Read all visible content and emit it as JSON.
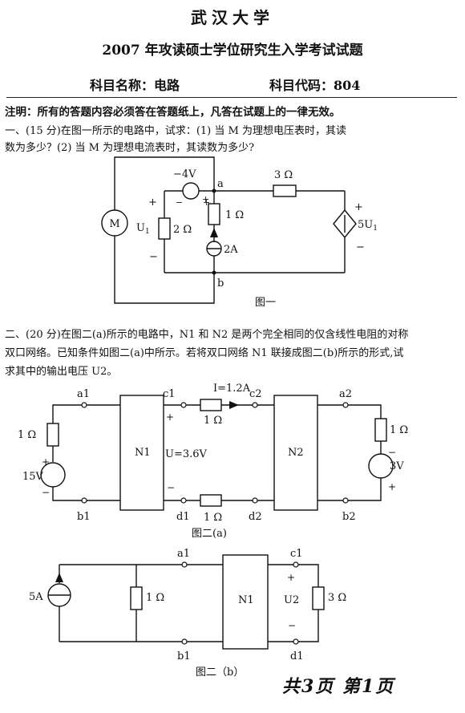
{
  "header": {
    "university": "武汉大学",
    "exam_title": "2007 年攻读硕士学位研究生入学考试试题",
    "subject_name": "科目名称：电路",
    "subject_code": "科目代码：804"
  },
  "notice": "注明：所有的答题内容必须答在答题纸上，凡答在试题上的一律无效。",
  "q1": {
    "line1": "一、(15 分)在图一所示的电路中，试求：(1) 当 M 为理想电压表时，其读",
    "line2": "数为多少？(2) 当 M 为理想电流表时，其读数为多少?",
    "fig": {
      "meter": "M",
      "u1": "U",
      "u1_sub": "1",
      "plus": "+",
      "minus": "−",
      "v_source": "−4V",
      "node_a": "a",
      "node_b": "b",
      "r2": "2 Ω",
      "r1": "1 Ω",
      "r3": "3 Ω",
      "i_source": "2A",
      "dep_source": "5U",
      "dep_sub": "1",
      "caption": "图一"
    }
  },
  "q2": {
    "line1": "二、(20 分)在图二(a)所示的电路中，N1 和 N2 是两个完全相同的仅含线性电阻的对称",
    "line2": "双口网络。已知条件如图二(a)中所示。若将双口网络 N1 联接成图二(b)所示的形式,试",
    "line3": "求其中的输出电压 U2。",
    "fig_a": {
      "a1": "a1",
      "c1": "c1",
      "c2": "c2",
      "a2": "a2",
      "b1": "b1",
      "d1": "d1",
      "d2": "d2",
      "b2": "b2",
      "current": "I=1.2A",
      "r_top": "1 Ω",
      "r_bot": "1 Ω",
      "r_left": "1 Ω",
      "r_right": "1 Ω",
      "v_left": "15V",
      "v_right": "3V",
      "n1": "N1",
      "n2": "N2",
      "u": "U=3.6V",
      "caption": "图二(a)"
    },
    "fig_b": {
      "a1": "a1",
      "b1": "b1",
      "c1": "c1",
      "d1": "d1",
      "source": "5A",
      "r_mid": "1 Ω",
      "r_out": "3 Ω",
      "n1": "N1",
      "u2": "U2",
      "caption": "图二（b）"
    }
  },
  "footer": "共3页  第1页"
}
